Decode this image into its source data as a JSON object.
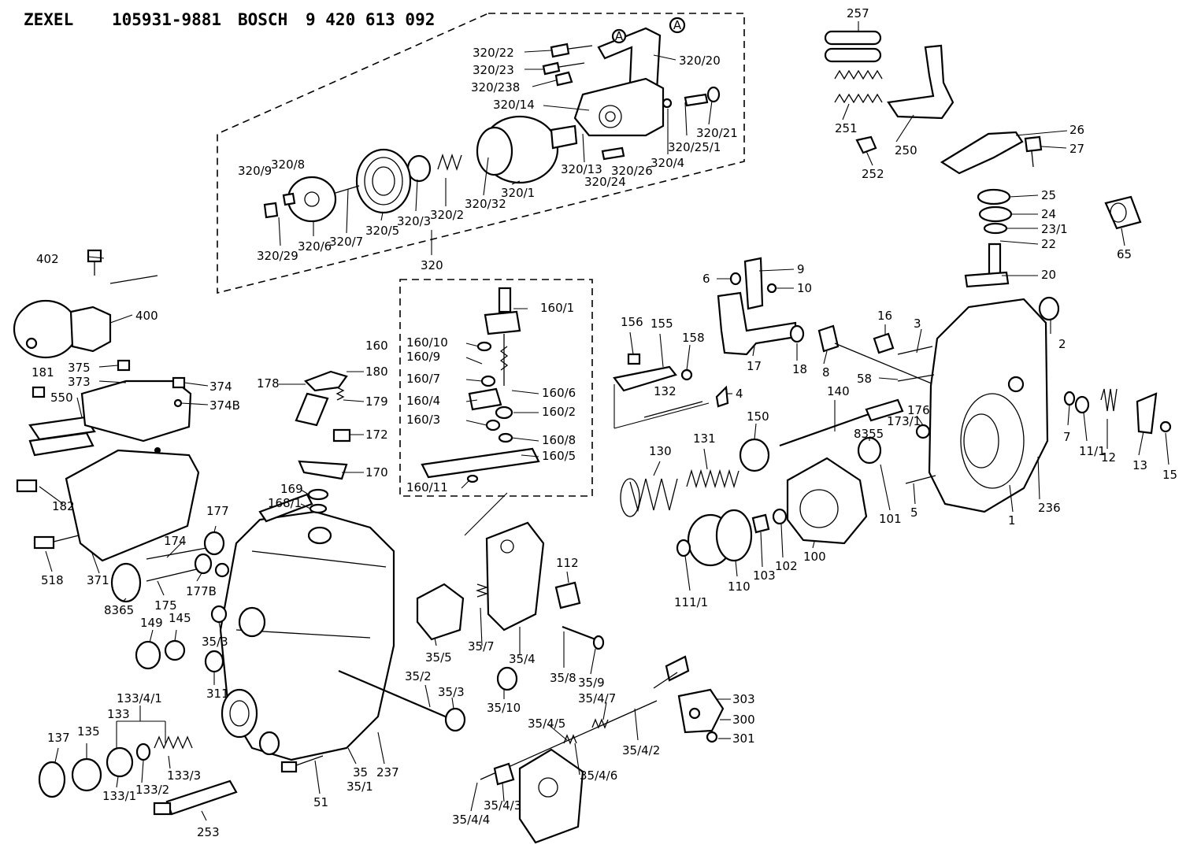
{
  "header": {
    "make1": "ZEXEL",
    "part1": "105931-9881",
    "make2": "BOSCH",
    "part2": "9 420 613 092"
  },
  "labels": {
    "l257": "257",
    "l251": "251",
    "l250": "250",
    "l252": "252",
    "l26": "26",
    "l27": "27",
    "l25": "25",
    "l24": "24",
    "l23_1": "23/1",
    "l22": "22",
    "l20": "20",
    "l65": "65",
    "l320_22": "320/22",
    "l320_23": "320/23",
    "l320_238": "320/238",
    "l320_14": "320/14",
    "l320_20": "320/20",
    "l320_21": "320/21",
    "l320_25_1": "320/25/1",
    "l320_4": "320/4",
    "l320_13": "320/13",
    "l320_26": "320/26",
    "l320_24": "320/24",
    "l320_32": "320/32",
    "l320_1": "320/1",
    "l320_2": "320/2",
    "l320_3": "320/3",
    "l320_5": "320/5",
    "l320_7": "320/7",
    "l320_6": "320/6",
    "l320_29": "320/29",
    "l320_9": "320/9",
    "l320_8": "320/8",
    "l320": "320",
    "circA": "A",
    "l402": "402",
    "l400": "400",
    "l181": "181",
    "l550": "550",
    "l375": "375",
    "l373": "373",
    "l374": "374",
    "l374B": "374B",
    "l182": "182",
    "l518": "518",
    "l371": "371",
    "l178": "178",
    "l180": "180",
    "l179": "179",
    "l172": "172",
    "l170": "170",
    "l169": "169",
    "l168_1": "168/1",
    "l160": "160",
    "l160_1": "160/1",
    "l160_10": "160/10",
    "l160_9": "160/9",
    "l160_7": "160/7",
    "l160_6": "160/6",
    "l160_4": "160/4",
    "l160_2": "160/2",
    "l160_3": "160/3",
    "l160_8": "160/8",
    "l160_5": "160/5",
    "l160_11": "160/11",
    "l156": "156",
    "l155": "155",
    "l158": "158",
    "l132": "132",
    "l4": "4",
    "l6": "6",
    "l9": "9",
    "l10": "10",
    "l17": "17",
    "l18": "18",
    "l8": "8",
    "l140": "140",
    "l150": "150",
    "l130": "130",
    "l131": "131",
    "l16": "16",
    "l3": "3",
    "l2": "2",
    "l58": "58",
    "l176": "176",
    "l173_1": "173/1",
    "l8355": "8355",
    "l7": "7",
    "l11_1": "11/1",
    "l12": "12",
    "l13": "13",
    "l15": "15",
    "l1": "1",
    "l236": "236",
    "l5": "5",
    "l101": "101",
    "l100": "100",
    "l102": "102",
    "l103": "103",
    "l110": "110",
    "l111_1": "111/1",
    "l112": "112",
    "l177": "177",
    "l174": "174",
    "l177B": "177B",
    "l175": "175",
    "l8365": "8365",
    "l149": "149",
    "l145": "145",
    "l35_3a": "35/3",
    "l311": "311",
    "l35_5": "35/5",
    "l35_7": "35/7",
    "l35_4": "35/4",
    "l35_8": "35/8",
    "l35_9": "35/9",
    "l35_10": "35/10",
    "l35_2": "35/2",
    "l35_3b": "35/3",
    "l303": "303",
    "l300": "300",
    "l301": "301",
    "l35_4_7": "35/4/7",
    "l35_4_5": "35/4/5",
    "l35_4_2": "35/4/2",
    "l35_4_6": "35/4/6",
    "l35_4_3": "35/4/3",
    "l35_4_4": "35/4/4",
    "l133_4_1": "133/4/1",
    "l133": "133",
    "l135": "135",
    "l137": "137",
    "l133_3": "133/3",
    "l133_2": "133/2",
    "l133_1": "133/1",
    "l253": "253",
    "l51": "51",
    "l35": "35",
    "l35_1": "35/1",
    "l237": "237"
  }
}
